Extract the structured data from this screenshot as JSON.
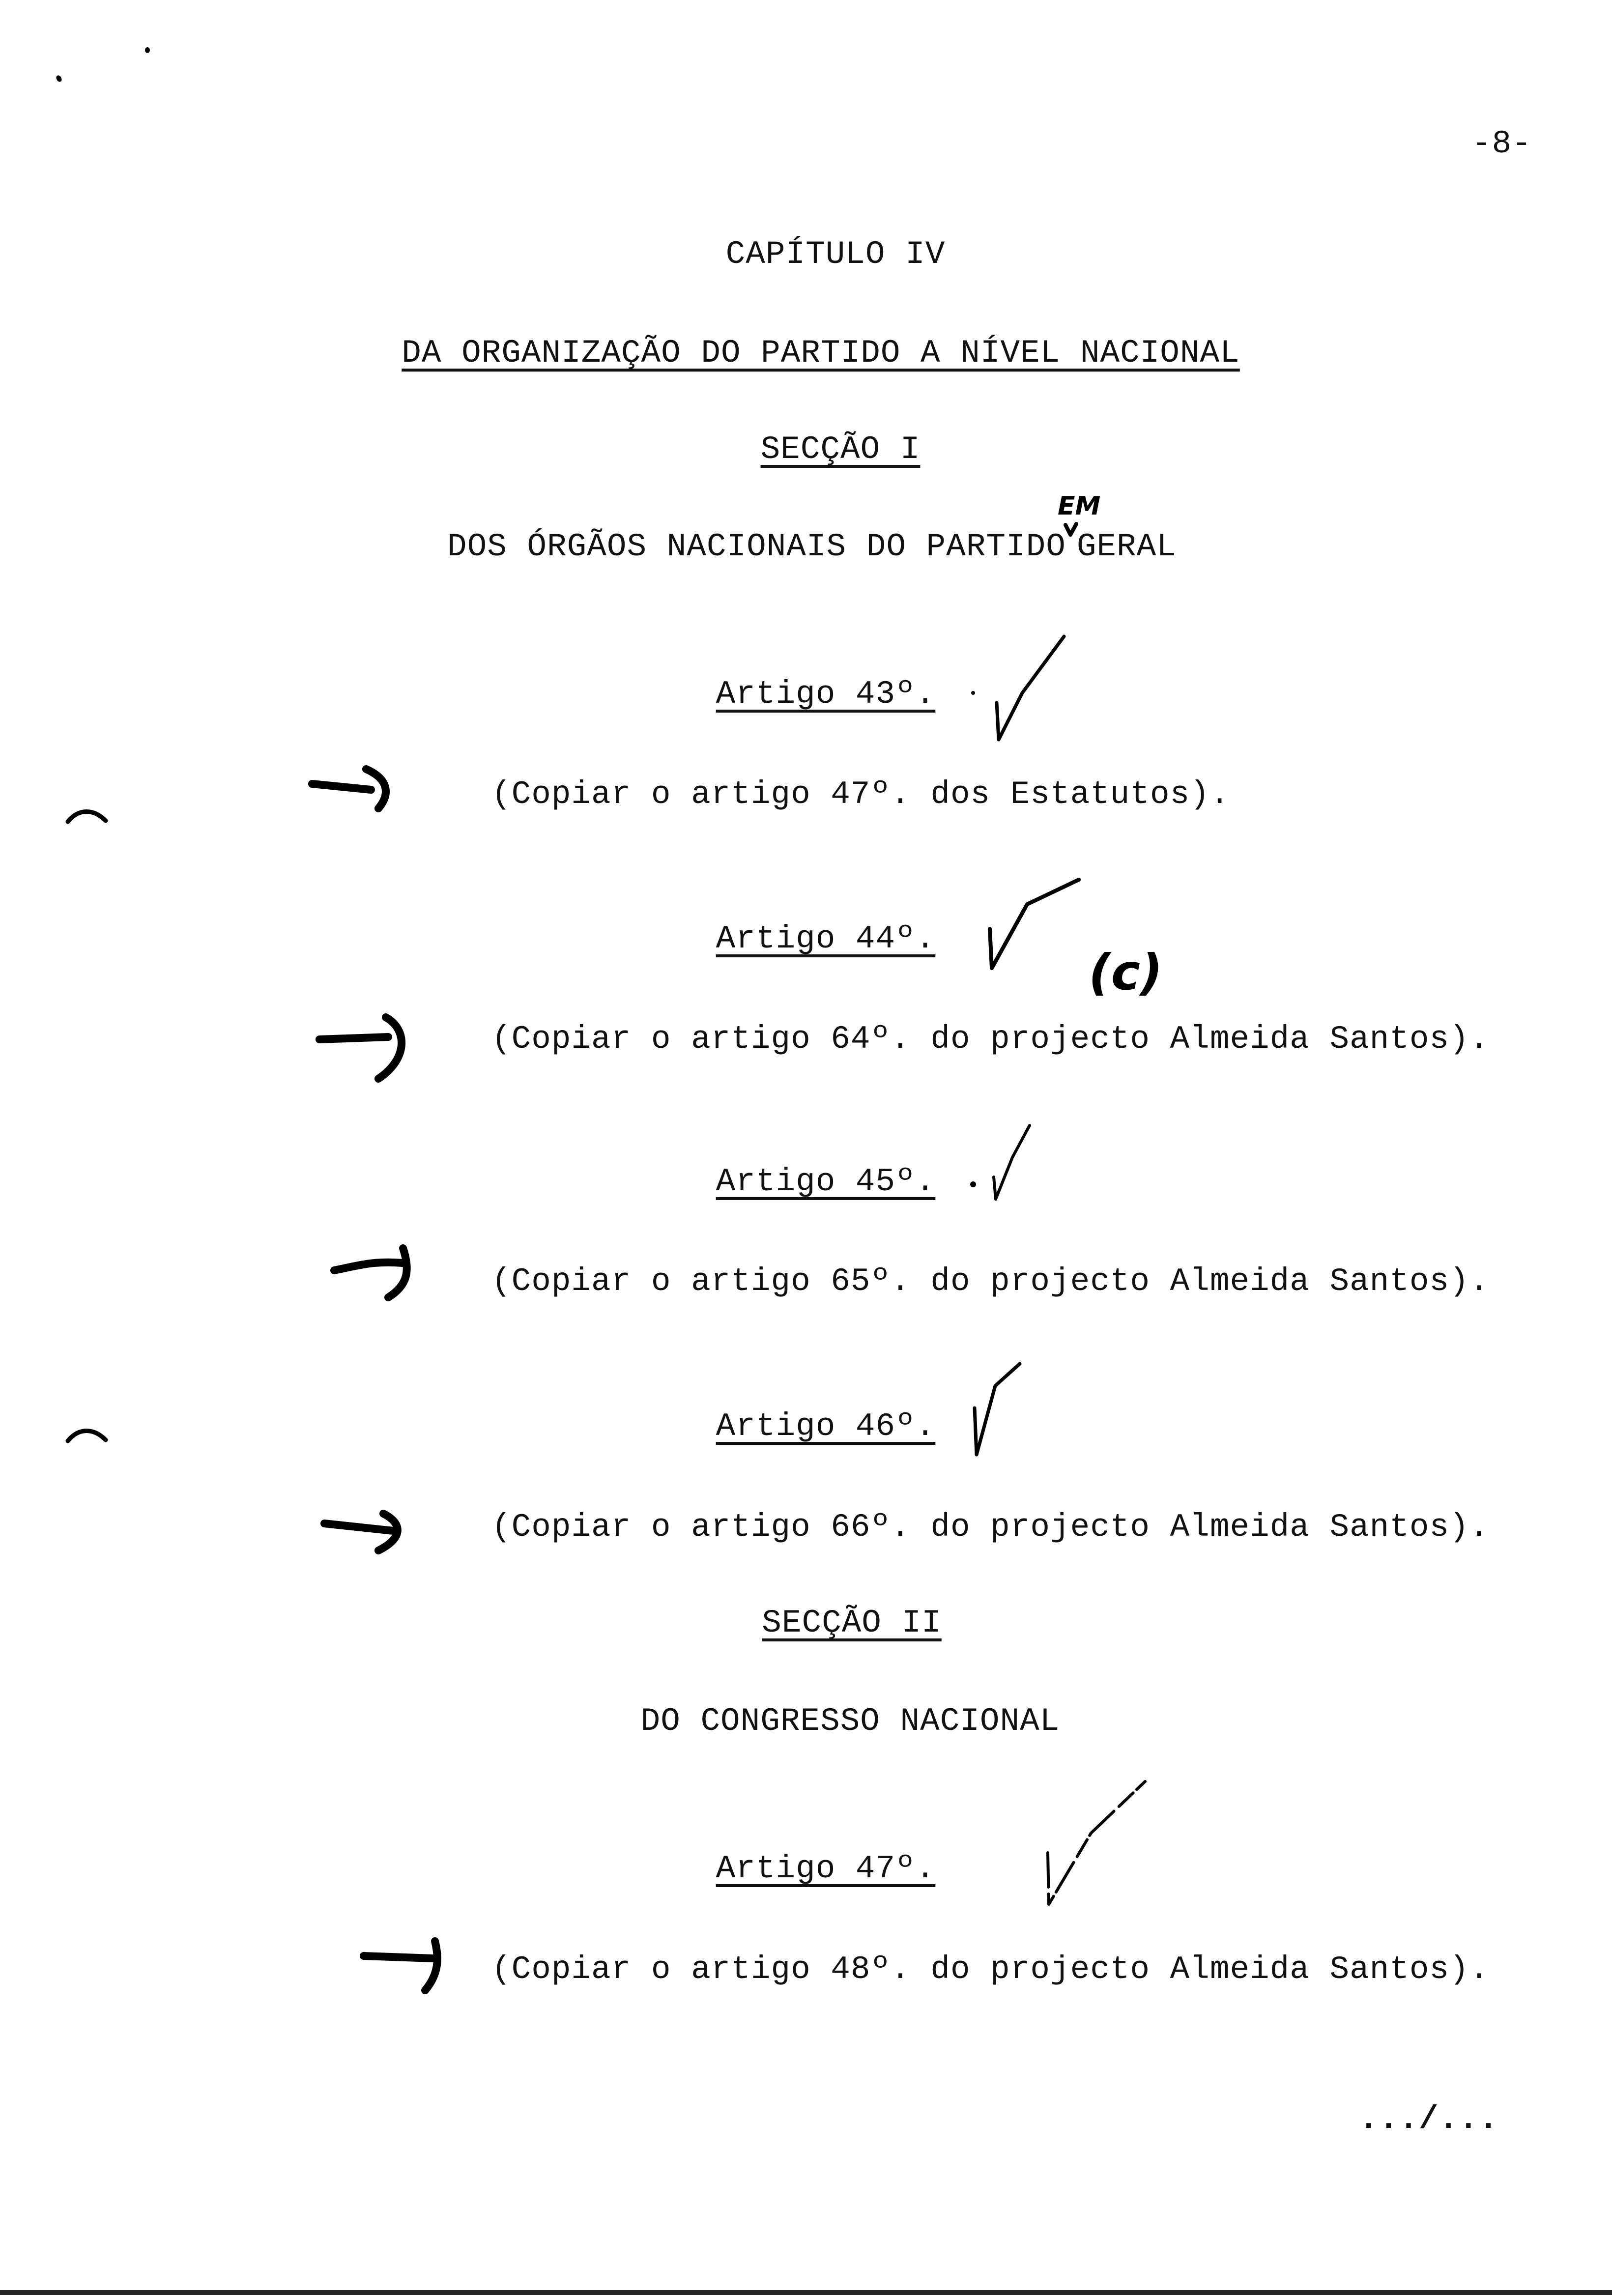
{
  "page": {
    "number": "-8-",
    "continuation": ".../..."
  },
  "chapter": {
    "title": "CAPÍTULO IV",
    "subtitle": "DA ORGANIZAÇÃO DO PARTIDO A NÍVEL NACIONAL"
  },
  "sections": [
    {
      "title": "SECÇÃO I",
      "heading": "DOS ÓRGÃOS NACIONAIS DO PARTIDO",
      "heading_suffix": "GERAL",
      "handwritten_insertion": "EM",
      "articles": [
        {
          "label": "Artigo 43º.",
          "text": "(Copiar o artigo 47º. dos Estatutos)."
        },
        {
          "label": "Artigo 44º.",
          "text": "(Copiar o artigo 64º. do projecto Almeida Santos).",
          "margin_note": "(c)"
        },
        {
          "label": "Artigo 45º.",
          "text": "(Copiar o artigo 65º. do projecto Almeida Santos)."
        },
        {
          "label": "Artigo 46º.",
          "text": "(Copiar o artigo 66º. do projecto Almeida Santos)."
        }
      ]
    },
    {
      "title": "SECÇÃO II",
      "heading": "DO CONGRESSO NACIONAL",
      "articles": [
        {
          "label": "Artigo 47º.",
          "text": "(Copiar o artigo 48º. do projecto Almeida Santos)."
        }
      ]
    }
  ],
  "annotations": {
    "checkmark_icon": "handwritten-checkmark",
    "arrow_icon": "handwritten-arrow",
    "color_ink": "#000000",
    "color_paper": "#ffffff"
  }
}
